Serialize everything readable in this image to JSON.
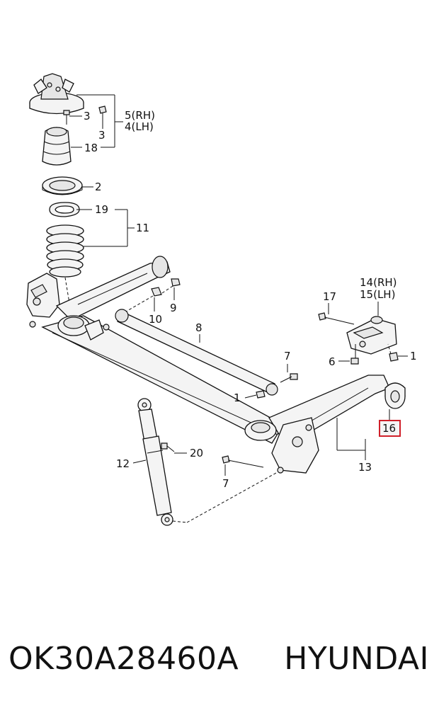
{
  "labels": {
    "l3a": "3",
    "l3b": "3",
    "l5": "5(RH)",
    "l4": "4(LH)",
    "l18": "18",
    "l2": "2",
    "l19": "19",
    "l11": "11",
    "l10": "10",
    "l9": "9",
    "l8": "8",
    "l17": "17",
    "l14": "14(RH)",
    "l15": "15(LH)",
    "l6": "6",
    "l1a": "1",
    "l7a": "7",
    "l1b": "1",
    "l16": "16",
    "l13": "13",
    "l12": "12",
    "l20": "20",
    "l7b": "7"
  },
  "highlight_color": "#d0202a",
  "footer": {
    "part_number": "OK30A28460A",
    "brand": "HYUNDAI"
  }
}
